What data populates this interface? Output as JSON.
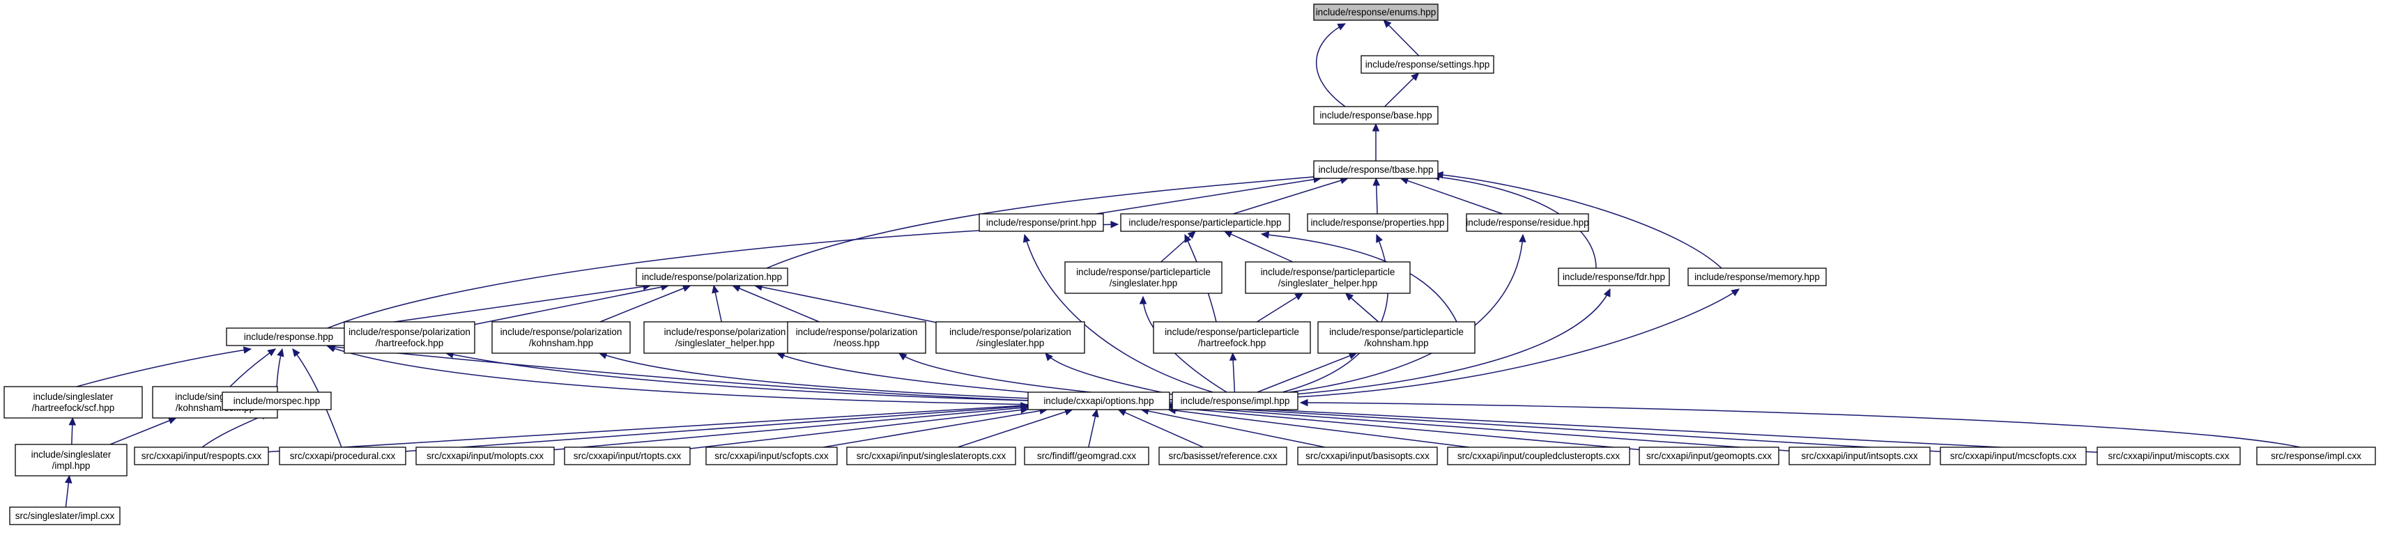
{
  "diagram": {
    "title": "",
    "nodes": [
      {
        "id": "enums",
        "lines": [
          "include/response/enums.hpp"
        ],
        "root": true
      },
      {
        "id": "settings",
        "lines": [
          "include/response/settings.hpp"
        ]
      },
      {
        "id": "base",
        "lines": [
          "include/response/base.hpp"
        ]
      },
      {
        "id": "tbase",
        "lines": [
          "include/response/tbase.hpp"
        ]
      },
      {
        "id": "print",
        "lines": [
          "include/response/print.hpp"
        ]
      },
      {
        "id": "pp",
        "lines": [
          "include/response/particleparticle.hpp"
        ]
      },
      {
        "id": "properties",
        "lines": [
          "include/response/properties.hpp"
        ]
      },
      {
        "id": "residue",
        "lines": [
          "include/response/residue.hpp"
        ]
      },
      {
        "id": "fdr",
        "lines": [
          "include/response/fdr.hpp"
        ]
      },
      {
        "id": "memory",
        "lines": [
          "include/response/memory.hpp"
        ]
      },
      {
        "id": "pol",
        "lines": [
          "include/response/polarization.hpp"
        ]
      },
      {
        "id": "pp_sd",
        "lines": [
          "include/response/particleparticle",
          "/singleslater.hpp"
        ]
      },
      {
        "id": "pp_sdh",
        "lines": [
          "include/response/particleparticle",
          "/singleslater_helper.hpp"
        ]
      },
      {
        "id": "response",
        "lines": [
          "include/response.hpp"
        ]
      },
      {
        "id": "pol_hf",
        "lines": [
          "include/response/polarization",
          "/hartreefock.hpp"
        ]
      },
      {
        "id": "pol_ks",
        "lines": [
          "include/response/polarization",
          "/kohnsham.hpp"
        ]
      },
      {
        "id": "pol_sdh",
        "lines": [
          "include/response/polarization",
          "/singleslater_helper.hpp"
        ]
      },
      {
        "id": "pol_neo",
        "lines": [
          "include/response/polarization",
          "/neoss.hpp"
        ]
      },
      {
        "id": "pol_sd",
        "lines": [
          "include/response/polarization",
          "/singleslater.hpp"
        ]
      },
      {
        "id": "pp_hf",
        "lines": [
          "include/response/particleparticle",
          "/hartreefock.hpp"
        ]
      },
      {
        "id": "pp_ks",
        "lines": [
          "include/response/particleparticle",
          "/kohnsham.hpp"
        ]
      },
      {
        "id": "ss_hf",
        "lines": [
          "include/singleslater",
          "/hartreefock/scf.hpp"
        ]
      },
      {
        "id": "ss_ks",
        "lines": [
          "include/singleslater",
          "/kohnsham/scf.hpp"
        ]
      },
      {
        "id": "morspec",
        "lines": [
          "include/morspec.hpp"
        ]
      },
      {
        "id": "options",
        "lines": [
          "include/cxxapi/options.hpp"
        ]
      },
      {
        "id": "impl",
        "lines": [
          "include/response/impl.hpp"
        ]
      },
      {
        "id": "ss_impl",
        "lines": [
          "include/singleslater",
          "/impl.hpp"
        ]
      },
      {
        "id": "ss_implcxx",
        "lines": [
          "src/singleslater/impl.cxx"
        ]
      },
      {
        "id": "respopts",
        "lines": [
          "src/cxxapi/input/respopts.cxx"
        ]
      },
      {
        "id": "procedural",
        "lines": [
          "src/cxxapi/procedural.cxx"
        ]
      },
      {
        "id": "molopts",
        "lines": [
          "src/cxxapi/input/molopts.cxx"
        ]
      },
      {
        "id": "rtopts",
        "lines": [
          "src/cxxapi/input/rtopts.cxx"
        ]
      },
      {
        "id": "scfopts",
        "lines": [
          "src/cxxapi/input/scfopts.cxx"
        ]
      },
      {
        "id": "ssopts",
        "lines": [
          "src/cxxapi/input/singleslateropts.cxx"
        ]
      },
      {
        "id": "geomgrad",
        "lines": [
          "src/findiff/geomgrad.cxx"
        ]
      },
      {
        "id": "reference",
        "lines": [
          "src/basisset/reference.cxx"
        ]
      },
      {
        "id": "basisopts",
        "lines": [
          "src/cxxapi/input/basisopts.cxx"
        ]
      },
      {
        "id": "ccopts",
        "lines": [
          "src/cxxapi/input/coupledclusteropts.cxx"
        ]
      },
      {
        "id": "geomopts",
        "lines": [
          "src/cxxapi/input/geomopts.cxx"
        ]
      },
      {
        "id": "intsopts",
        "lines": [
          "src/cxxapi/input/intsopts.cxx"
        ]
      },
      {
        "id": "mcscfopts",
        "lines": [
          "src/cxxapi/input/mcscfopts.cxx"
        ]
      },
      {
        "id": "miscopts",
        "lines": [
          "src/cxxapi/input/miscopts.cxx"
        ]
      },
      {
        "id": "resp_impl",
        "lines": [
          "src/response/impl.cxx"
        ]
      }
    ],
    "edges": [
      [
        "settings",
        "enums"
      ],
      [
        "base",
        "enums"
      ],
      [
        "base",
        "settings"
      ],
      [
        "tbase",
        "base"
      ],
      [
        "print",
        "tbase"
      ],
      [
        "pp",
        "tbase"
      ],
      [
        "properties",
        "tbase"
      ],
      [
        "residue",
        "tbase"
      ],
      [
        "fdr",
        "tbase"
      ],
      [
        "memory",
        "tbase"
      ],
      [
        "pol",
        "tbase"
      ],
      [
        "pp_sd",
        "pp"
      ],
      [
        "pp_sdh",
        "pp"
      ],
      [
        "pp_hf",
        "pp"
      ],
      [
        "pp_ks",
        "pp"
      ],
      [
        "response",
        "pp"
      ],
      [
        "response",
        "pol"
      ],
      [
        "pol_hf",
        "pol"
      ],
      [
        "pol_ks",
        "pol"
      ],
      [
        "pol_sdh",
        "pol"
      ],
      [
        "pol_neo",
        "pol"
      ],
      [
        "pol_sd",
        "pol"
      ],
      [
        "pp_hf",
        "pp_sdh"
      ],
      [
        "pp_ks",
        "pp_sdh"
      ],
      [
        "impl",
        "print"
      ],
      [
        "impl",
        "properties"
      ],
      [
        "impl",
        "residue"
      ],
      [
        "impl",
        "fdr"
      ],
      [
        "impl",
        "memory"
      ],
      [
        "impl",
        "pp_sd"
      ],
      [
        "impl",
        "pp_hf"
      ],
      [
        "impl",
        "pp_ks"
      ],
      [
        "impl",
        "pol_hf"
      ],
      [
        "impl",
        "pol_ks"
      ],
      [
        "impl",
        "pol_sdh"
      ],
      [
        "impl",
        "pol_neo"
      ],
      [
        "impl",
        "pol_sd"
      ],
      [
        "impl",
        "response"
      ],
      [
        "ss_hf",
        "response"
      ],
      [
        "ss_ks",
        "response"
      ],
      [
        "morspec",
        "response"
      ],
      [
        "procedural",
        "response"
      ],
      [
        "options",
        "response"
      ],
      [
        "ss_impl",
        "ss_hf"
      ],
      [
        "ss_impl",
        "ss_ks"
      ],
      [
        "ss_implcxx",
        "ss_impl"
      ],
      [
        "respopts",
        "morspec"
      ],
      [
        "respopts",
        "options"
      ],
      [
        "procedural",
        "options"
      ],
      [
        "molopts",
        "options"
      ],
      [
        "rtopts",
        "options"
      ],
      [
        "scfopts",
        "options"
      ],
      [
        "ssopts",
        "options"
      ],
      [
        "geomgrad",
        "options"
      ],
      [
        "reference",
        "options"
      ],
      [
        "basisopts",
        "options"
      ],
      [
        "ccopts",
        "options"
      ],
      [
        "geomopts",
        "options"
      ],
      [
        "intsopts",
        "options"
      ],
      [
        "mcscfopts",
        "options"
      ],
      [
        "miscopts",
        "options"
      ],
      [
        "resp_impl",
        "impl"
      ]
    ]
  }
}
